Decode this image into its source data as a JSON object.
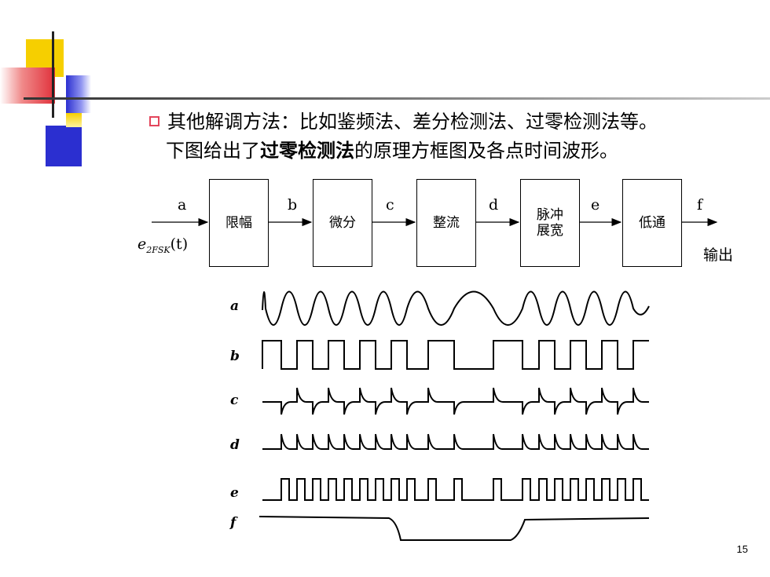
{
  "slide": {
    "line1": "其他解调方法：比如鉴频法、差分检测法、过零检测法等。",
    "line2_pre": "下图给出了",
    "line2_bold": "过零检测法",
    "line2_post": "的原理方框图及各点时间波形。",
    "page_number": "15",
    "colors": {
      "bullet": "#e3455b",
      "deco_yellow": "#f6cf00",
      "deco_blue": "#2b2fd0",
      "deco_red": "#e0303a"
    }
  },
  "diagram": {
    "blocks": [
      {
        "label": "限幅"
      },
      {
        "label": "微分"
      },
      {
        "label": "整流"
      },
      {
        "label": "脉冲\n展宽"
      },
      {
        "label": "低通"
      }
    ],
    "node_labels": [
      "a",
      "b",
      "c",
      "d",
      "e",
      "f"
    ],
    "input_label": "e",
    "input_subscript": "2FSK",
    "input_suffix": "(t)",
    "output_label": "输出"
  },
  "waveforms": {
    "labels": [
      "a",
      "b",
      "c",
      "d",
      "e",
      "f"
    ]
  }
}
